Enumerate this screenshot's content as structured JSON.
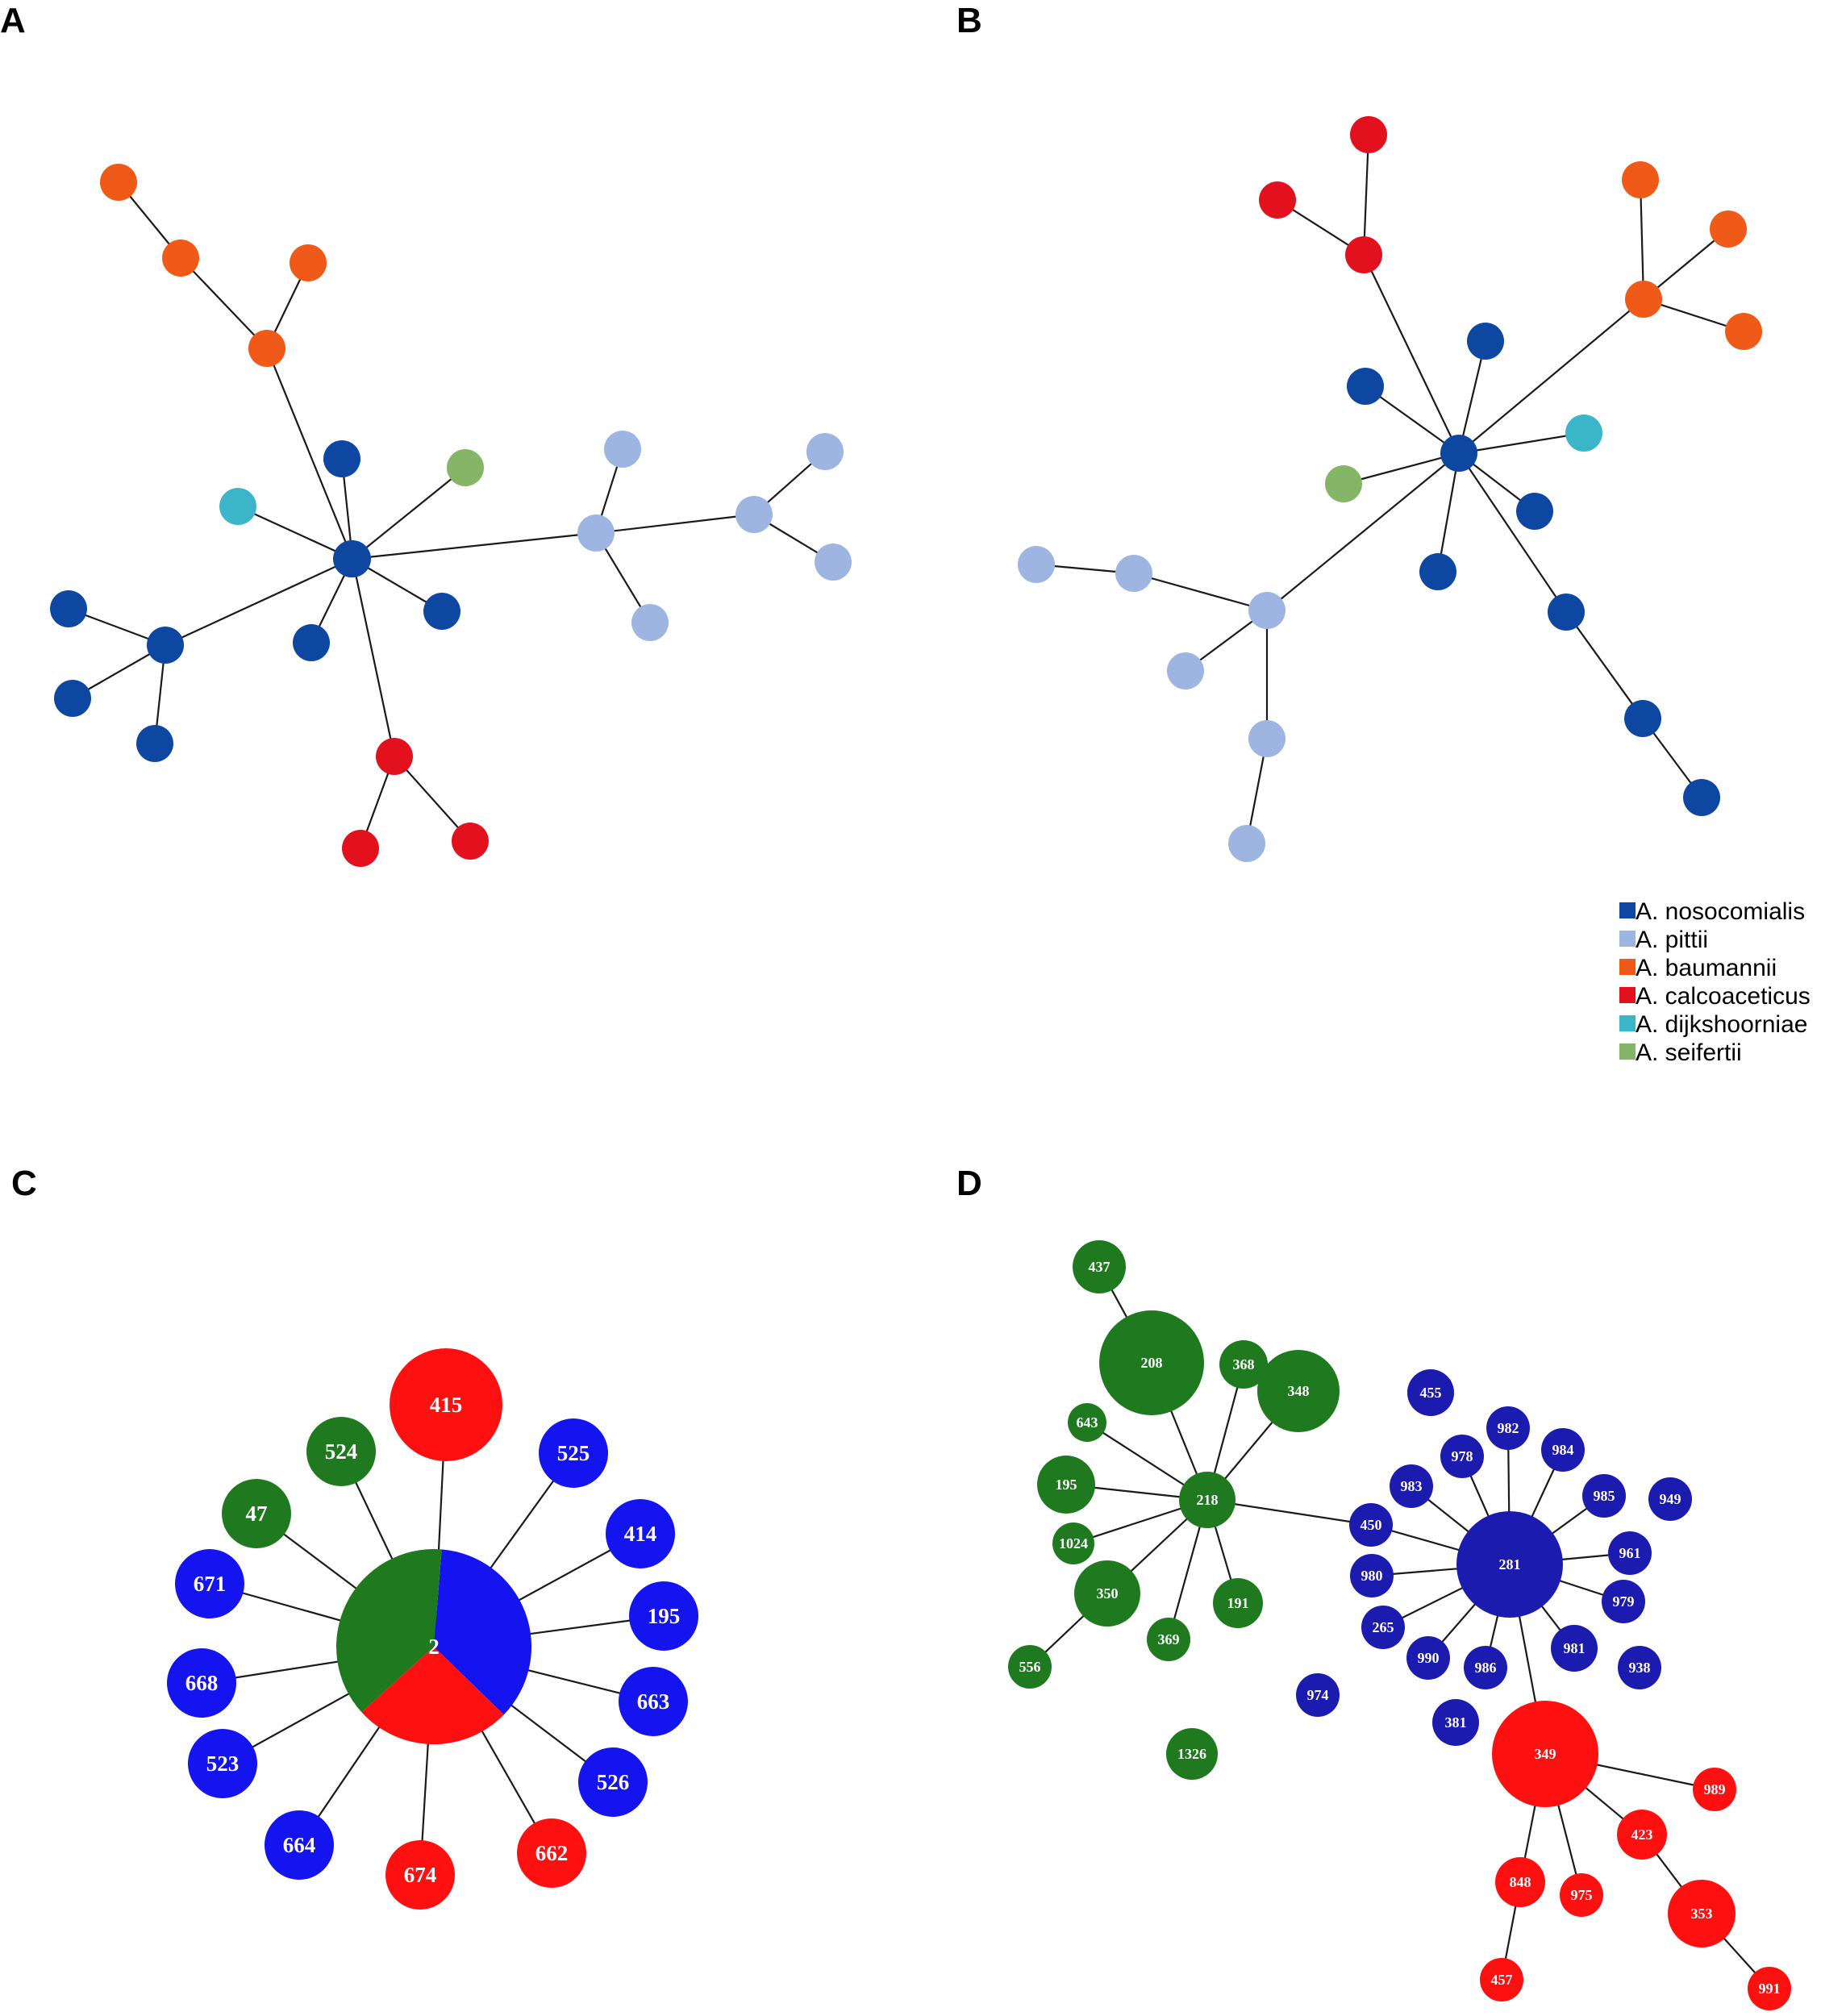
{
  "panel_labels": [
    "A",
    "B",
    "C",
    "D"
  ],
  "legend": [
    {
      "label": "A. nosocomialis",
      "color": "#0d47a1"
    },
    {
      "label": "A. pittii",
      "color": "#9db5e0"
    },
    {
      "label": "A. baumannii",
      "color": "#f05a18"
    },
    {
      "label": "A. calcoaceticus",
      "color": "#e3101d"
    },
    {
      "label": "A. dijkshoorniae",
      "color": "#3bb6c8"
    },
    {
      "label": "A. seifertii",
      "color": "#85b566"
    }
  ],
  "group_colors": {
    "green": "#1f7a1f",
    "blue": "#1414f0",
    "navy": "#1b1bb0",
    "red": "#ff1010"
  },
  "network_c": {
    "center": {
      "label": "2",
      "slices": [
        {
          "group": "blue",
          "share": 0.36
        },
        {
          "group": "red",
          "share": 0.26
        },
        {
          "group": "green",
          "share": 0.38
        }
      ]
    },
    "nodes": [
      {
        "label": "415",
        "group": "red"
      },
      {
        "label": "524",
        "group": "green"
      },
      {
        "label": "47",
        "group": "green"
      },
      {
        "label": "525",
        "group": "blue"
      },
      {
        "label": "414",
        "group": "blue"
      },
      {
        "label": "195",
        "group": "blue"
      },
      {
        "label": "663",
        "group": "blue"
      },
      {
        "label": "526",
        "group": "blue"
      },
      {
        "label": "671",
        "group": "blue"
      },
      {
        "label": "668",
        "group": "blue"
      },
      {
        "label": "523",
        "group": "blue"
      },
      {
        "label": "664",
        "group": "blue"
      },
      {
        "label": "674",
        "group": "red"
      },
      {
        "label": "662",
        "group": "red"
      }
    ]
  },
  "network_d": {
    "nodes": [
      {
        "label": "437",
        "group": "green"
      },
      {
        "label": "208",
        "group": "green"
      },
      {
        "label": "368",
        "group": "green"
      },
      {
        "label": "348",
        "group": "green"
      },
      {
        "label": "643",
        "group": "green"
      },
      {
        "label": "195",
        "group": "green"
      },
      {
        "label": "218",
        "group": "green"
      },
      {
        "label": "1024",
        "group": "green"
      },
      {
        "label": "350",
        "group": "green"
      },
      {
        "label": "369",
        "group": "green"
      },
      {
        "label": "191",
        "group": "green"
      },
      {
        "label": "556",
        "group": "green"
      },
      {
        "label": "1326",
        "group": "green"
      },
      {
        "label": "455",
        "group": "navy"
      },
      {
        "label": "982",
        "group": "navy"
      },
      {
        "label": "978",
        "group": "navy"
      },
      {
        "label": "984",
        "group": "navy"
      },
      {
        "label": "983",
        "group": "navy"
      },
      {
        "label": "985",
        "group": "navy"
      },
      {
        "label": "949",
        "group": "navy"
      },
      {
        "label": "450",
        "group": "navy"
      },
      {
        "label": "281",
        "group": "navy"
      },
      {
        "label": "961",
        "group": "navy"
      },
      {
        "label": "980",
        "group": "navy"
      },
      {
        "label": "979",
        "group": "navy"
      },
      {
        "label": "265",
        "group": "navy"
      },
      {
        "label": "990",
        "group": "navy"
      },
      {
        "label": "986",
        "group": "navy"
      },
      {
        "label": "981",
        "group": "navy"
      },
      {
        "label": "938",
        "group": "navy"
      },
      {
        "label": "974",
        "group": "navy"
      },
      {
        "label": "381",
        "group": "navy"
      },
      {
        "label": "349",
        "group": "red"
      },
      {
        "label": "989",
        "group": "red"
      },
      {
        "label": "423",
        "group": "red"
      },
      {
        "label": "848",
        "group": "red"
      },
      {
        "label": "975",
        "group": "red"
      },
      {
        "label": "353",
        "group": "red"
      },
      {
        "label": "457",
        "group": "red"
      },
      {
        "label": "991",
        "group": "red"
      }
    ]
  }
}
